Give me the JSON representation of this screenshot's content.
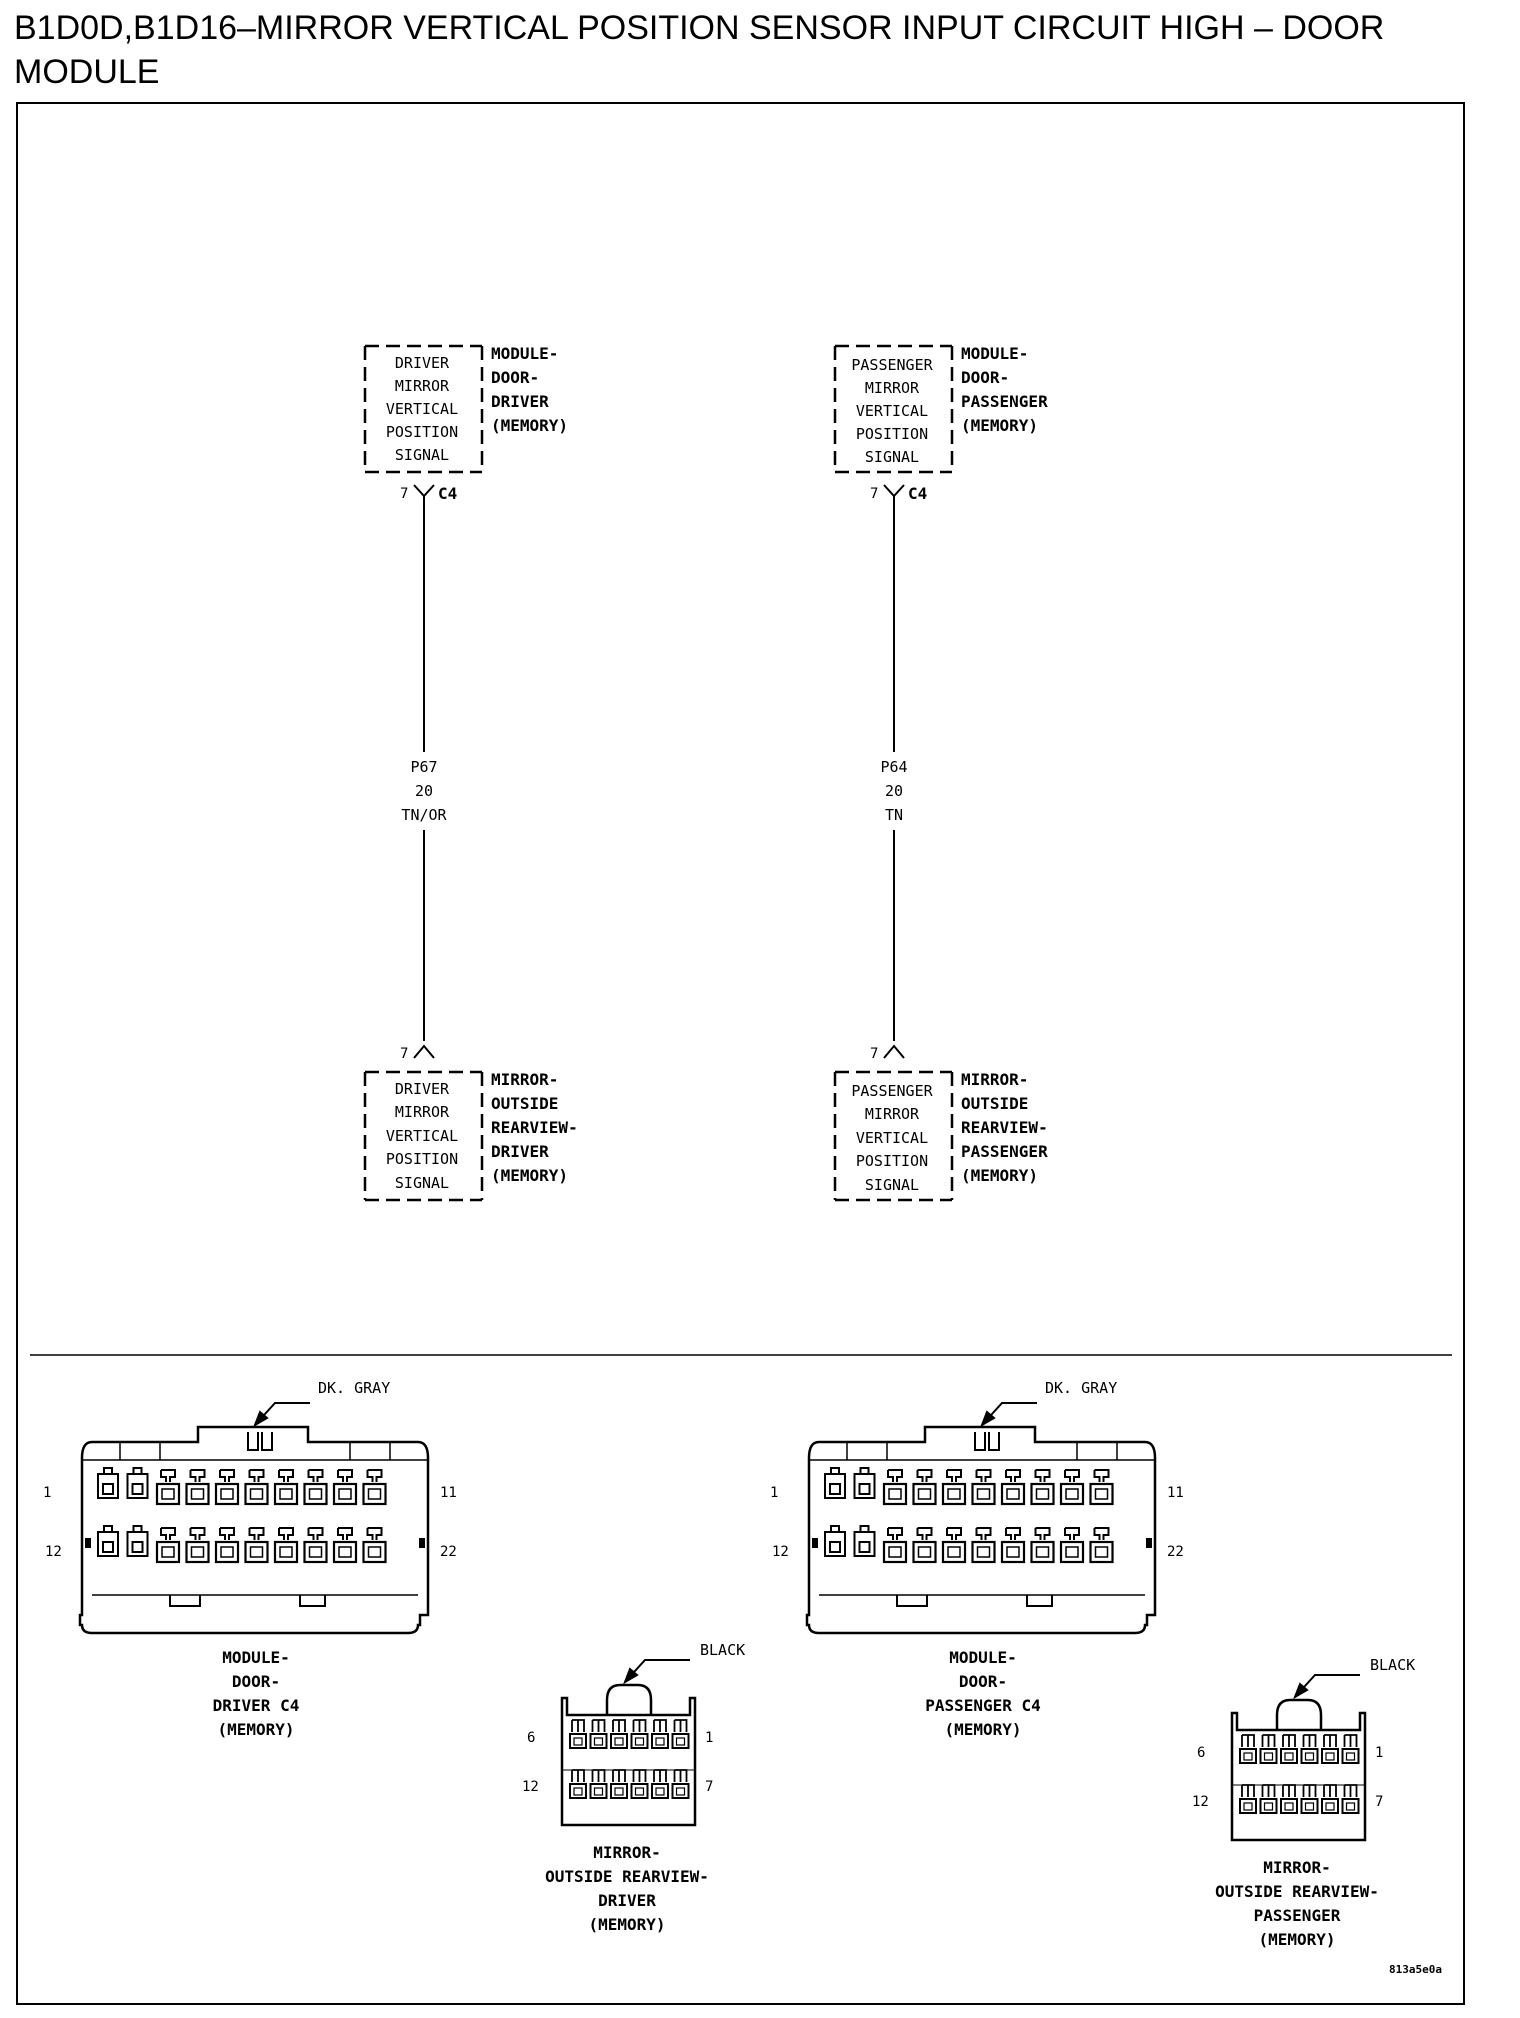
{
  "title": "B1D0D,B1D16–MIRROR VERTICAL POSITION SENSOR INPUT CIRCUIT HIGH – DOOR MODULE",
  "schematic": {
    "driver": {
      "top_block_lines": [
        "DRIVER",
        "MIRROR",
        "VERTICAL",
        "POSITION",
        "SIGNAL"
      ],
      "top_component_lines": [
        "MODULE-",
        "DOOR-",
        "DRIVER",
        "(MEMORY)"
      ],
      "top_pin": "7",
      "top_connector": "C4",
      "wire_lines": [
        "P67",
        "20",
        "TN/OR"
      ],
      "bottom_pin": "7",
      "bottom_block_lines": [
        "DRIVER",
        "MIRROR",
        "VERTICAL",
        "POSITION",
        "SIGNAL"
      ],
      "bottom_component_lines": [
        "MIRROR-",
        "OUTSIDE",
        "REARVIEW-",
        "DRIVER",
        "(MEMORY)"
      ]
    },
    "passenger": {
      "top_block_lines": [
        "PASSENGER",
        "MIRROR",
        "VERTICAL",
        "POSITION",
        "SIGNAL"
      ],
      "top_component_lines": [
        "MODULE-",
        "DOOR-",
        "PASSENGER",
        "(MEMORY)"
      ],
      "top_pin": "7",
      "top_connector": "C4",
      "wire_lines": [
        "P64",
        "20",
        "TN"
      ],
      "bottom_pin": "7",
      "bottom_block_lines": [
        "PASSENGER",
        "MIRROR",
        "VERTICAL",
        "POSITION",
        "SIGNAL"
      ],
      "bottom_component_lines": [
        "MIRROR-",
        "OUTSIDE",
        "REARVIEW-",
        "PASSENGER",
        "(MEMORY)"
      ]
    }
  },
  "connectors": {
    "driver_module": {
      "color_label": "DK. GRAY",
      "pins": {
        "tl": "1",
        "tr": "11",
        "bl": "12",
        "br": "22"
      },
      "caption_lines": [
        "MODULE-",
        "DOOR-",
        "DRIVER C4",
        "(MEMORY)"
      ]
    },
    "driver_mirror": {
      "color_label": "BLACK",
      "pins": {
        "tl": "6",
        "tr": "1",
        "bl": "12",
        "br": "7"
      },
      "caption_lines": [
        "MIRROR-",
        "OUTSIDE REARVIEW-",
        "DRIVER",
        "(MEMORY)"
      ]
    },
    "passenger_module": {
      "color_label": "DK. GRAY",
      "pins": {
        "tl": "1",
        "tr": "11",
        "bl": "12",
        "br": "22"
      },
      "caption_lines": [
        "MODULE-",
        "DOOR-",
        "PASSENGER C4",
        "(MEMORY)"
      ]
    },
    "passenger_mirror": {
      "color_label": "BLACK",
      "pins": {
        "tl": "6",
        "tr": "1",
        "bl": "12",
        "br": "7"
      },
      "caption_lines": [
        "MIRROR-",
        "OUTSIDE REARVIEW-",
        "PASSENGER",
        "(MEMORY)"
      ]
    }
  },
  "figure_id": "813a5e0a"
}
